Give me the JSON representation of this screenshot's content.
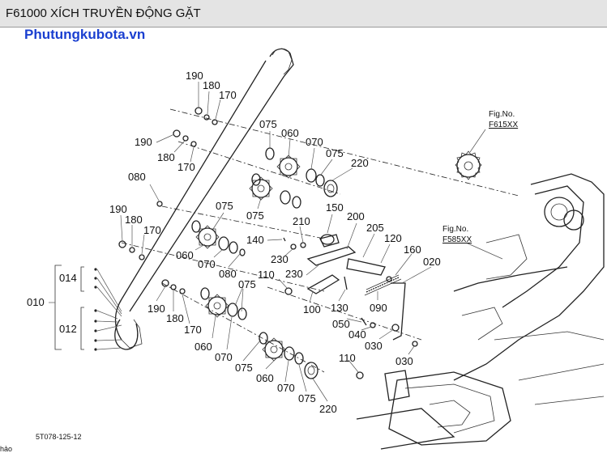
{
  "header": {
    "title": "F61000 XÍCH TRUYỀN ĐỘNG GẶT"
  },
  "watermark": "Phutungkubota.vn",
  "drawing_code": "5T078-125-12",
  "corner_text": "hảo",
  "fig_refs": [
    {
      "label": "Fig.No.",
      "code": "F615XX"
    },
    {
      "label": "Fig.No.",
      "code": "F585XX"
    }
  ],
  "part_labels": {
    "p010": "010",
    "p014": "014",
    "p012": "012",
    "p190a": "190",
    "p180a": "180",
    "p170a": "170",
    "p190b": "190",
    "p180b": "180",
    "p170b": "170",
    "p190c": "190",
    "p180c": "180",
    "p170c": "170",
    "p190d": "190",
    "p180d": "180",
    "p170d": "170",
    "p080a": "080",
    "p080b": "080",
    "p075a": "075",
    "p060a": "060",
    "p070a": "070",
    "p075b": "075",
    "p220a": "220",
    "p075c": "075",
    "p075d": "075",
    "p060b": "060",
    "p070b": "070",
    "p075e": "075",
    "p060c": "060",
    "p070c": "070",
    "p075f": "075",
    "p060d": "060",
    "p070d": "070",
    "p075g": "075",
    "p220b": "220",
    "p150": "150",
    "p200": "200",
    "p205": "205",
    "p210": "210",
    "p140": "140",
    "p230a": "230",
    "p230b": "230",
    "p120": "120",
    "p160": "160",
    "p020": "020",
    "p110a": "110",
    "p110b": "110",
    "p100": "100",
    "p130": "130",
    "p090": "090",
    "p050": "050",
    "p040": "040",
    "p030a": "030",
    "p030b": "030"
  }
}
